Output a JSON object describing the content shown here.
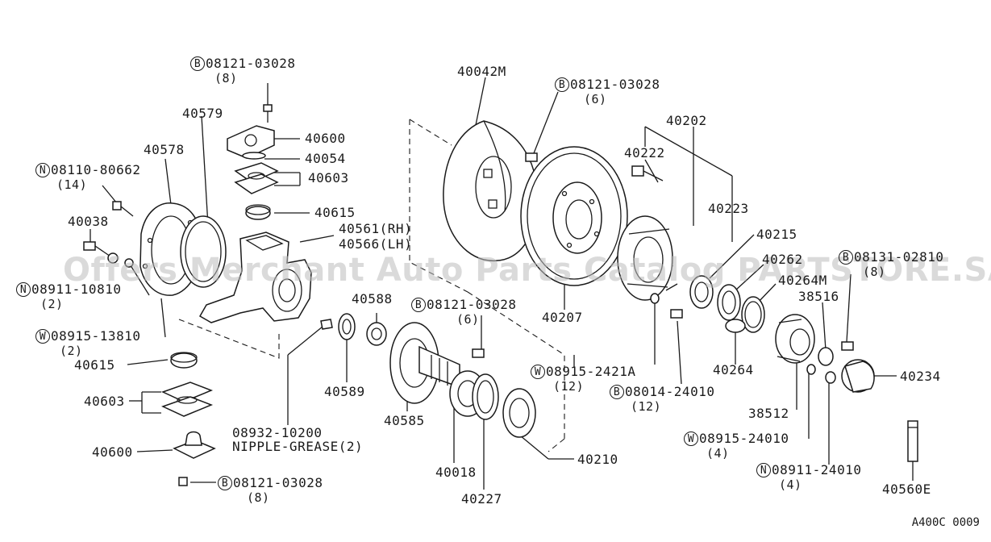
{
  "watermark": "Offers Merchant Auto Parts Catalog PARTSTORE.SA",
  "figure_code": "A400C 0009",
  "callouts": [
    {
      "id": "c1",
      "prefix": "B",
      "text": "08121-03028",
      "qty": "(8)"
    },
    {
      "id": "c2",
      "prefix": "",
      "text": "40579",
      "qty": ""
    },
    {
      "id": "c3",
      "prefix": "",
      "text": "40600",
      "qty": ""
    },
    {
      "id": "c4",
      "prefix": "",
      "text": "40054",
      "qty": ""
    },
    {
      "id": "c5",
      "prefix": "",
      "text": "40603",
      "qty": ""
    },
    {
      "id": "c6",
      "prefix": "",
      "text": "40578",
      "qty": ""
    },
    {
      "id": "c7",
      "prefix": "N",
      "text": "08110-80662",
      "qty": "(14)"
    },
    {
      "id": "c8",
      "prefix": "",
      "text": "40615",
      "qty": ""
    },
    {
      "id": "c9",
      "prefix": "",
      "text": "40038",
      "qty": ""
    },
    {
      "id": "c10",
      "prefix": "",
      "text": "40561(RH)",
      "qty": ""
    },
    {
      "id": "c11",
      "prefix": "",
      "text": "40566(LH)",
      "qty": ""
    },
    {
      "id": "c12",
      "prefix": "N",
      "text": "08911-10810",
      "qty": "(2)"
    },
    {
      "id": "c13",
      "prefix": "W",
      "text": "08915-13810",
      "qty": "(2)"
    },
    {
      "id": "c14",
      "prefix": "",
      "text": "40615",
      "qty": ""
    },
    {
      "id": "c15",
      "prefix": "",
      "text": "40603",
      "qty": ""
    },
    {
      "id": "c16",
      "prefix": "",
      "text": "40600",
      "qty": ""
    },
    {
      "id": "c17",
      "prefix": "B",
      "text": "08121-03028",
      "qty": "(8)"
    },
    {
      "id": "c18",
      "prefix": "",
      "text": "08932-10200",
      "qty": ""
    },
    {
      "id": "c19",
      "prefix": "",
      "text": "NIPPLE-GREASE(2)",
      "qty": ""
    },
    {
      "id": "c20",
      "prefix": "",
      "text": "40588",
      "qty": ""
    },
    {
      "id": "c21",
      "prefix": "",
      "text": "40589",
      "qty": ""
    },
    {
      "id": "c22",
      "prefix": "",
      "text": "40585",
      "qty": ""
    },
    {
      "id": "c23",
      "prefix": "B",
      "text": "08121-03028",
      "qty": "(6)"
    },
    {
      "id": "c24",
      "prefix": "",
      "text": "40018",
      "qty": ""
    },
    {
      "id": "c25",
      "prefix": "",
      "text": "40227",
      "qty": ""
    },
    {
      "id": "c26",
      "prefix": "",
      "text": "40210",
      "qty": ""
    },
    {
      "id": "c27",
      "prefix": "",
      "text": "40042M",
      "qty": ""
    },
    {
      "id": "c28",
      "prefix": "B",
      "text": "08121-03028",
      "qty": "(6)"
    },
    {
      "id": "c29",
      "prefix": "",
      "text": "40207",
      "qty": ""
    },
    {
      "id": "c30",
      "prefix": "W",
      "text": "08915-2421A",
      "qty": "(12)"
    },
    {
      "id": "c31",
      "prefix": "B",
      "text": "08014-24010",
      "qty": "(12)"
    },
    {
      "id": "c32",
      "prefix": "",
      "text": "40202",
      "qty": ""
    },
    {
      "id": "c33",
      "prefix": "",
      "text": "40222",
      "qty": ""
    },
    {
      "id": "c34",
      "prefix": "",
      "text": "40223",
      "qty": ""
    },
    {
      "id": "c35",
      "prefix": "",
      "text": "40215",
      "qty": ""
    },
    {
      "id": "c36",
      "prefix": "",
      "text": "40262",
      "qty": ""
    },
    {
      "id": "c37",
      "prefix": "",
      "text": "40264M",
      "qty": ""
    },
    {
      "id": "c38",
      "prefix": "B",
      "text": "08131-02810",
      "qty": "(8)"
    },
    {
      "id": "c39",
      "prefix": "",
      "text": "38516",
      "qty": ""
    },
    {
      "id": "c40",
      "prefix": "",
      "text": "40264",
      "qty": ""
    },
    {
      "id": "c41",
      "prefix": "",
      "text": "40234",
      "qty": ""
    },
    {
      "id": "c42",
      "prefix": "",
      "text": "38512",
      "qty": ""
    },
    {
      "id": "c43",
      "prefix": "W",
      "text": "08915-24010",
      "qty": "(4)"
    },
    {
      "id": "c44",
      "prefix": "N",
      "text": "08911-24010",
      "qty": "(4)"
    },
    {
      "id": "c45",
      "prefix": "",
      "text": "40560E",
      "qty": ""
    }
  ]
}
